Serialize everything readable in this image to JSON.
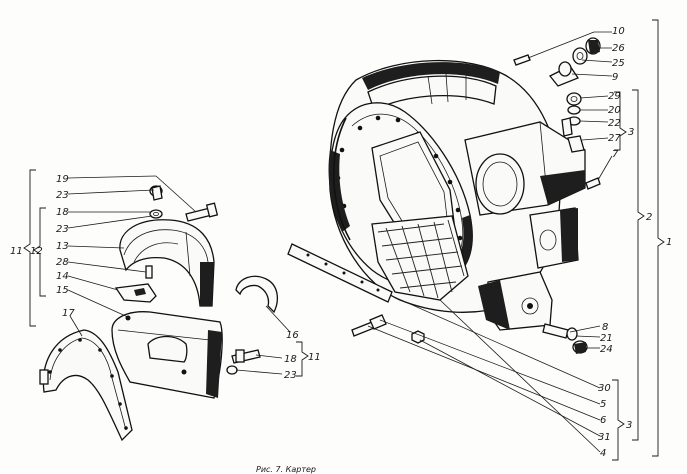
{
  "caption": "Рис. 7. Картер",
  "callouts": {
    "c10": "10",
    "c26": "26",
    "c25": "25",
    "c9": "9",
    "c29": "29",
    "c20": "20",
    "c22": "22",
    "c27": "27",
    "c7": "7",
    "c3a": "3",
    "c2": "2",
    "c1": "1",
    "c8": "8",
    "c21": "21",
    "c24": "24",
    "c30": "30",
    "c5": "5",
    "c6": "6",
    "c31": "31",
    "c4": "4",
    "c3b": "3",
    "c19": "19",
    "c23a": "23",
    "c18a": "18",
    "c23b": "23",
    "c13": "13",
    "c28": "28",
    "c14": "14",
    "c15": "15",
    "c12": "12",
    "c11a": "11",
    "c17": "17",
    "c16": "16",
    "c18b": "18",
    "c23c": "23",
    "c11b": "11"
  }
}
